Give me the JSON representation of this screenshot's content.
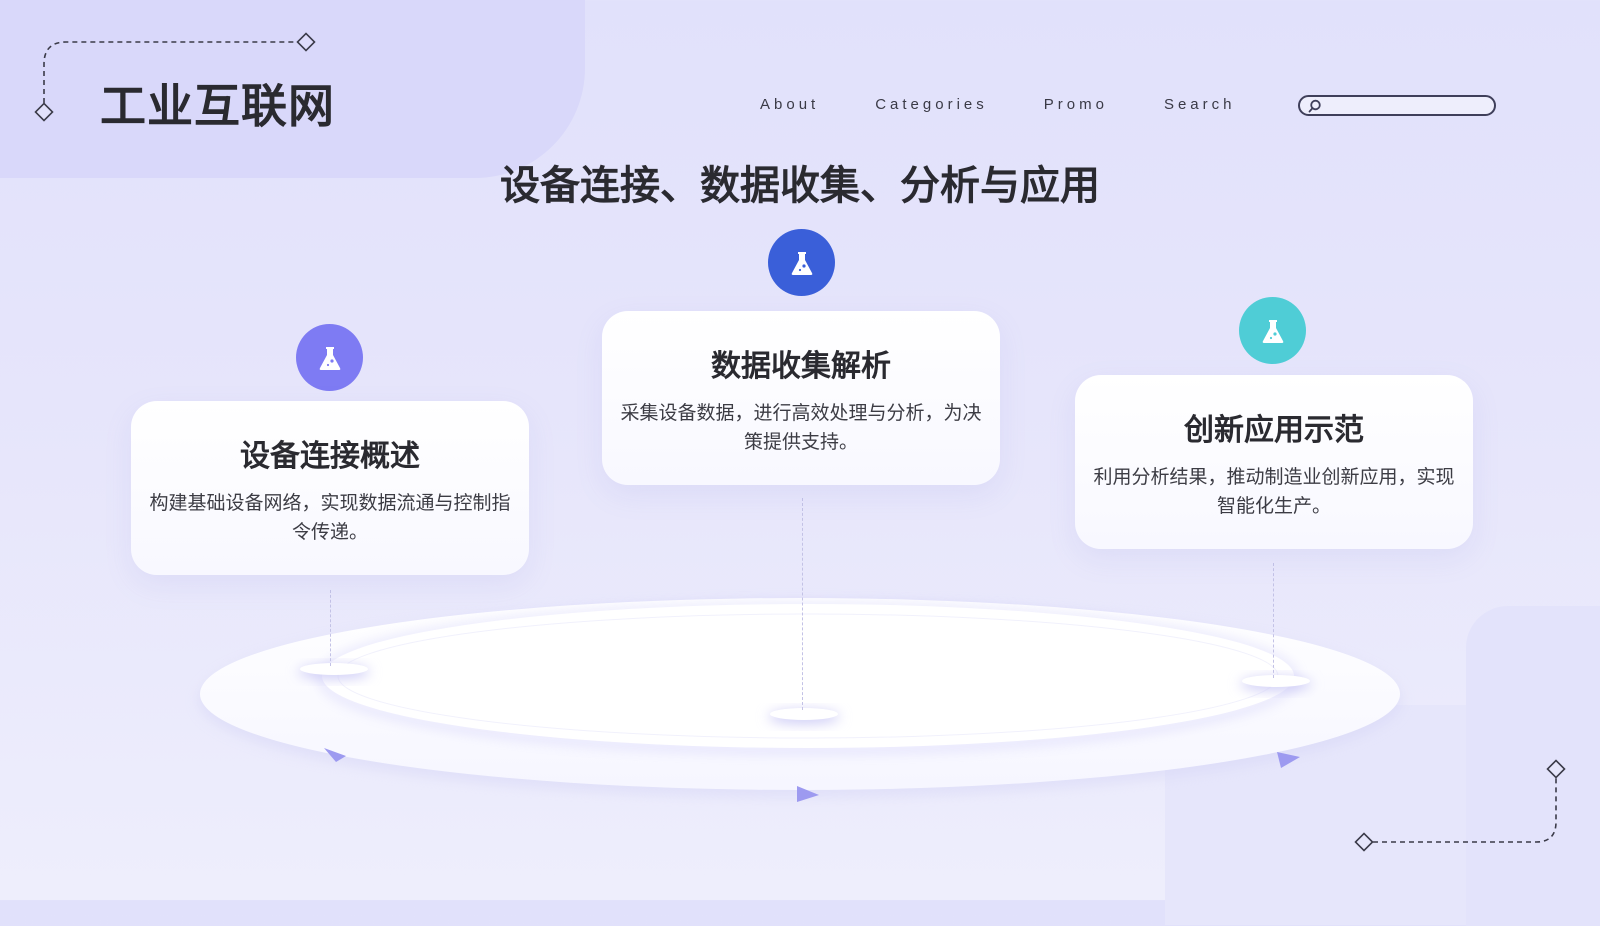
{
  "brand": {
    "title": "工业互联网"
  },
  "nav": {
    "items": [
      {
        "label": "About"
      },
      {
        "label": "Categories"
      },
      {
        "label": "Promo"
      },
      {
        "label": "Search"
      }
    ],
    "search": {
      "placeholder": ""
    }
  },
  "main": {
    "title": "设备连接、数据收集、分析与应用",
    "cards": [
      {
        "title": "设备连接概述",
        "desc": "构建基础设备网络，实现数据流通与控制指令传递。",
        "icon": "flask-icon",
        "color": "#7e7bf3"
      },
      {
        "title": "数据收集解析",
        "desc": "采集设备数据，进行高效处理与分析，为决策提供支持。",
        "icon": "flask-icon",
        "color": "#3a5fd9"
      },
      {
        "title": "创新应用示范",
        "desc": "利用分析结果，推动制造业创新应用，实现智能化生产。",
        "icon": "flask-icon",
        "color": "#4fcdd6"
      }
    ]
  },
  "colors": {
    "background": "#e4e3fb",
    "accent_purple": "#7e7bf3",
    "accent_blue": "#3a5fd9",
    "accent_teal": "#4fcdd6",
    "arrow": "#9d9af0"
  }
}
